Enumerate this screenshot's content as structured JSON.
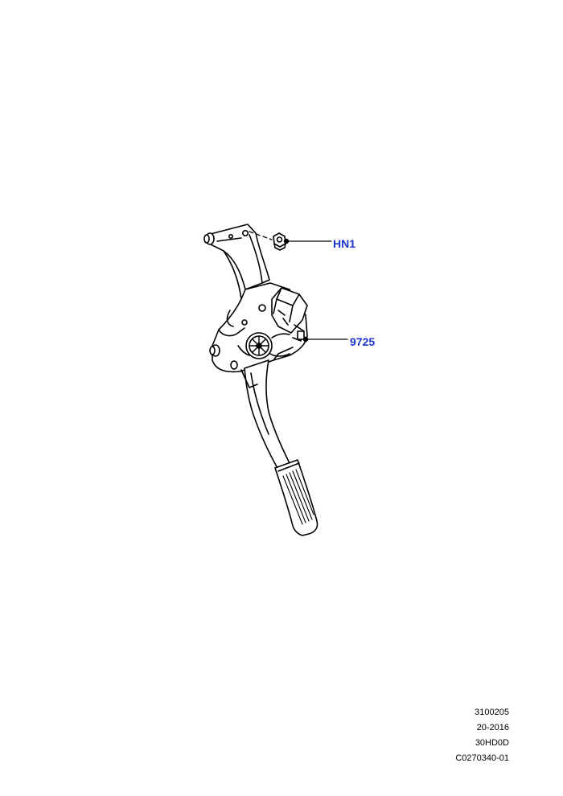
{
  "callouts": {
    "hn1": "HN1",
    "part_9725": "9725"
  },
  "info_block": {
    "line1": "3100205",
    "line2": "20-2016",
    "line3": "30HD0D",
    "line4": "C0270340-01"
  },
  "colors": {
    "callout_text": "#1a33cc",
    "line_art": "#000000",
    "background": "#ffffff"
  }
}
